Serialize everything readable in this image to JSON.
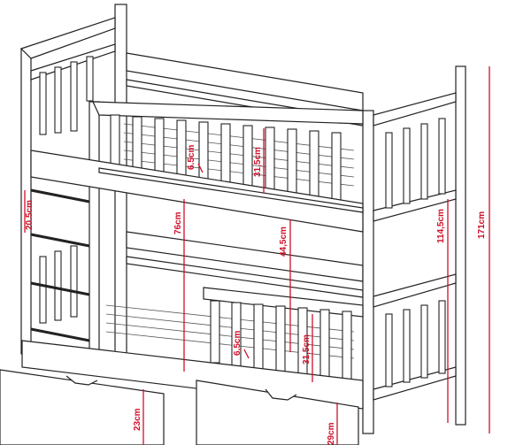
{
  "title": "Bunk bed with drawers - dimensions drawing",
  "colors": {
    "dimension": "#d0102a",
    "line": "#222222"
  },
  "dimensions": {
    "total_height": "171cm",
    "rail_height_right": "114,5cm",
    "bed_gap": "44,5cm",
    "upper_bed_height": "76cm",
    "upper_rail_height": "31,5cm",
    "upper_slat_gap": "6.5cm",
    "lower_rail_height": "31,5cm",
    "lower_slat_gap": "6,5cm",
    "ladder_step": "20.5cm",
    "drawer_height": "23cm",
    "floor_to_frame": "29cm"
  }
}
